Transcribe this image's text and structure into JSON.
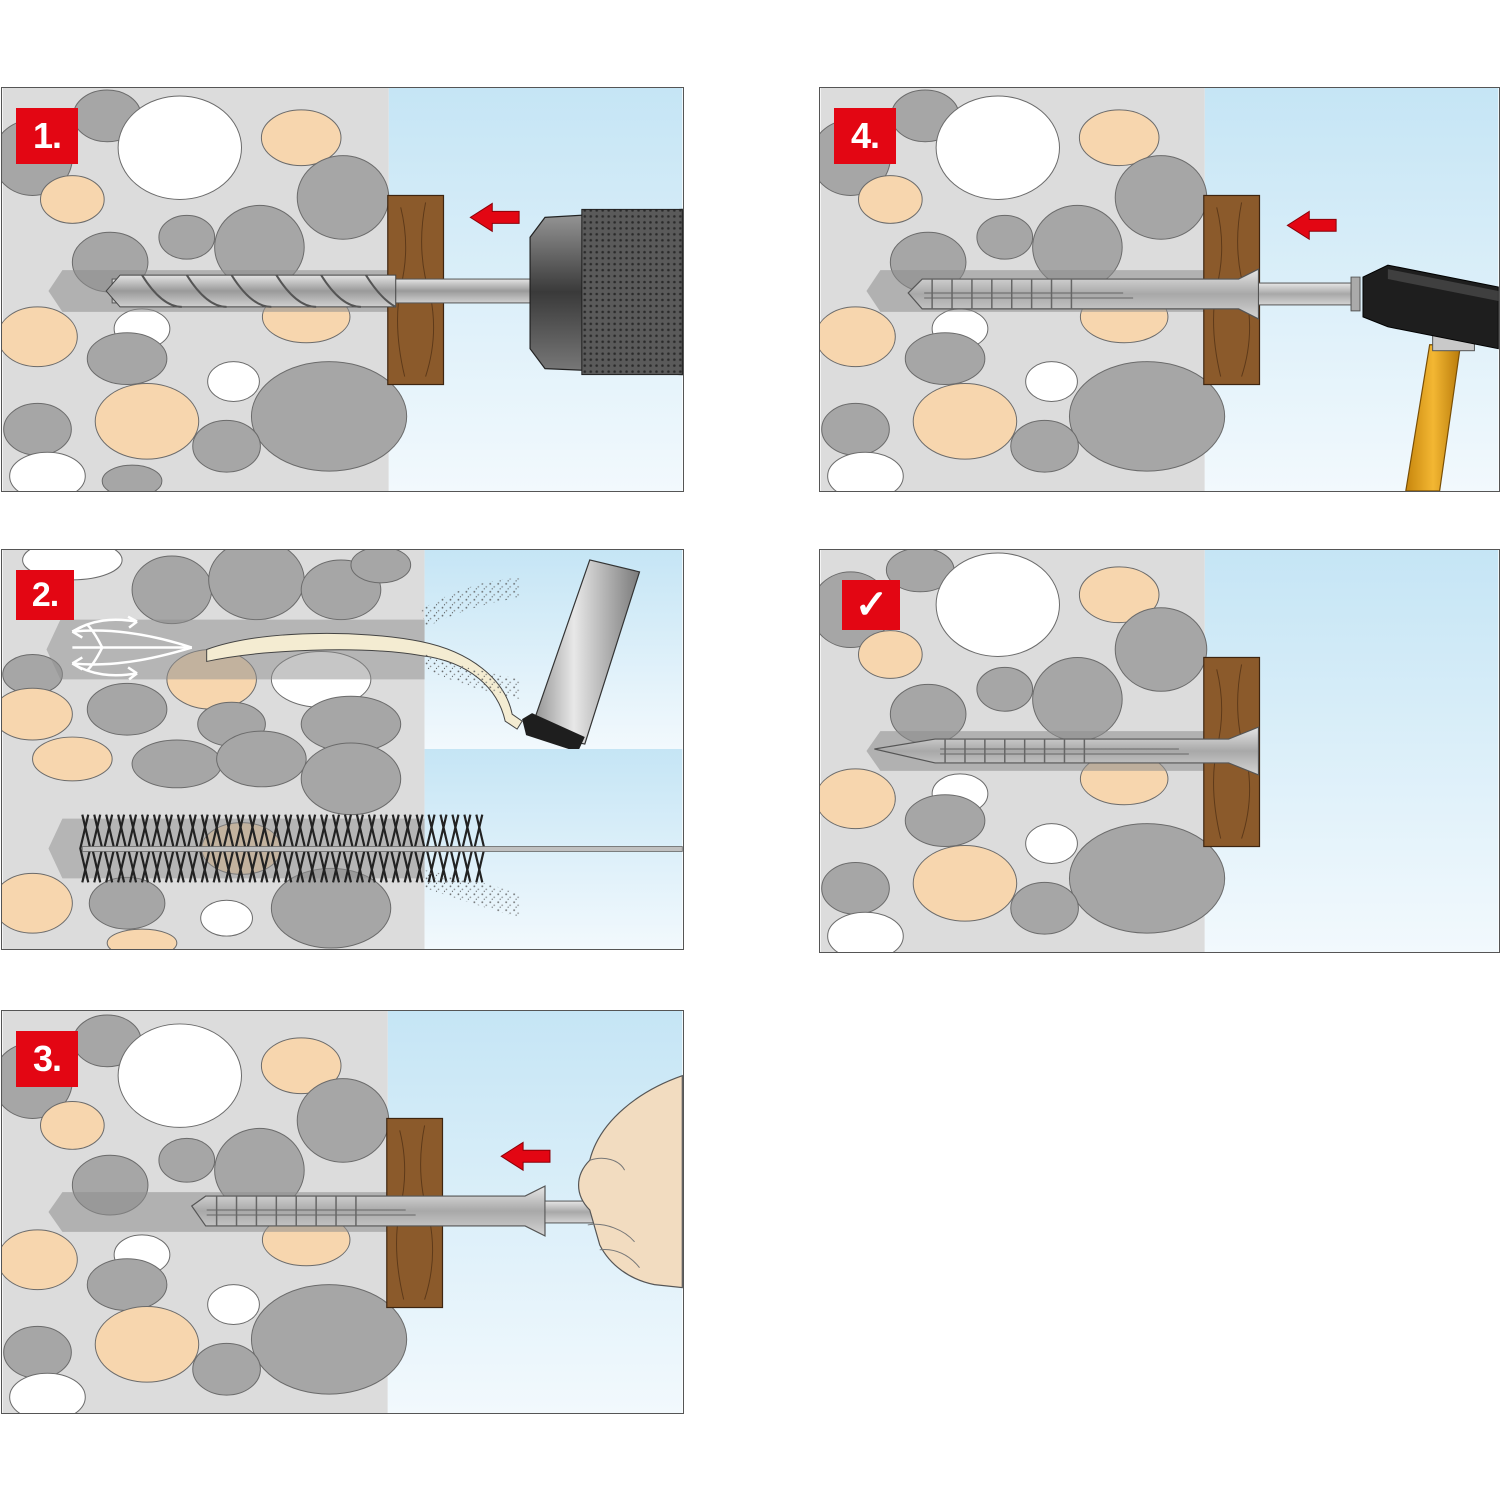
{
  "steps": [
    {
      "id": "step-1",
      "label": "1.",
      "action": "drill"
    },
    {
      "id": "step-2",
      "label": "2.",
      "action": "blow-out-and-brush"
    },
    {
      "id": "step-3",
      "label": "3.",
      "action": "insert-by-hand"
    },
    {
      "id": "step-4",
      "label": "4.",
      "action": "hammer-in"
    },
    {
      "id": "step-done",
      "label": "✓",
      "action": "finished"
    }
  ],
  "colors": {
    "accent": "#e30613",
    "masonry": "#dcdcdc",
    "stone_grey": "#a6a6a6",
    "stone_tan": "#f7d6ae",
    "stone_white": "#ffffff",
    "wood": "#8b5a2b",
    "sky_top": "#c5e5f5",
    "sky_bottom": "#f2f9fd",
    "steel": "#b9b9b9",
    "dust": "#666666",
    "brush": "#222222",
    "hammer_handle": "#e8a51c",
    "hammer_head": "#1e1e1e",
    "glove": "#f2dcc0"
  },
  "icons": {
    "arrow": "red-arrow-left-icon",
    "check": "check-mark-icon"
  }
}
